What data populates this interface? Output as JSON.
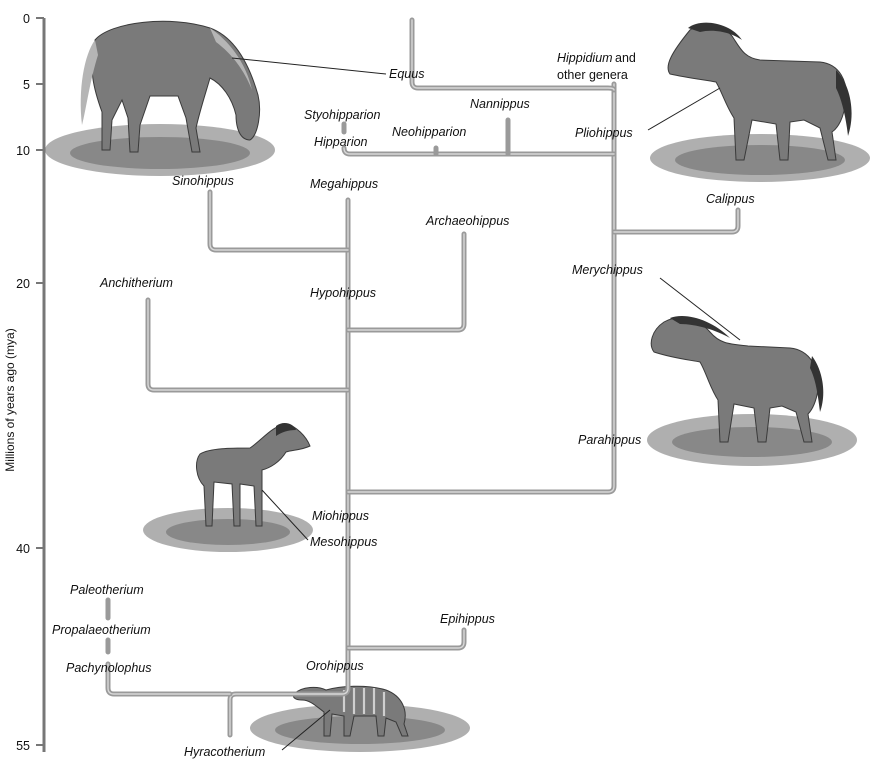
{
  "axis": {
    "label": "Millions of years ago (mya)",
    "ticks": [
      "0",
      "5",
      "10",
      "20",
      "40",
      "55"
    ]
  },
  "taxa": {
    "equus": "Equus",
    "hippidium_line1": "Hippidium",
    "hippidium_line1_suffix": "and",
    "hippidium_line2": "other genera",
    "nannippus": "Nannippus",
    "styohipparion": "Styohipparion",
    "hipparion": "Hipparion",
    "neohipparion": "Neohipparion",
    "pliohippus": "Pliohippus",
    "sinohippus": "Sinohippus",
    "megahippus": "Megahippus",
    "calippus": "Calippus",
    "archaeohippus": "Archaeohippus",
    "anchitherium": "Anchitherium",
    "hypohippus": "Hypohippus",
    "merychippus": "Merychippus",
    "parahippus": "Parahippus",
    "miohippus": "Miohippus",
    "mesohippus": "Mesohippus",
    "paleotherium": "Paleotherium",
    "propalaeotherium": "Propalaeotherium",
    "pachynolophus": "Pachynolophus",
    "epihippus": "Epihippus",
    "orohippus": "Orohippus",
    "hyracotherium": "Hyracotherium"
  },
  "illustrations": [
    "equus-horse-illustration",
    "pliohippus-horse-illustration",
    "merychippus-horse-illustration",
    "mesohippus-horse-illustration",
    "hyracotherium-illustration"
  ],
  "colors": {
    "branch": "#9a9a9a",
    "text": "#111111",
    "grass": "#6e6e6e"
  }
}
